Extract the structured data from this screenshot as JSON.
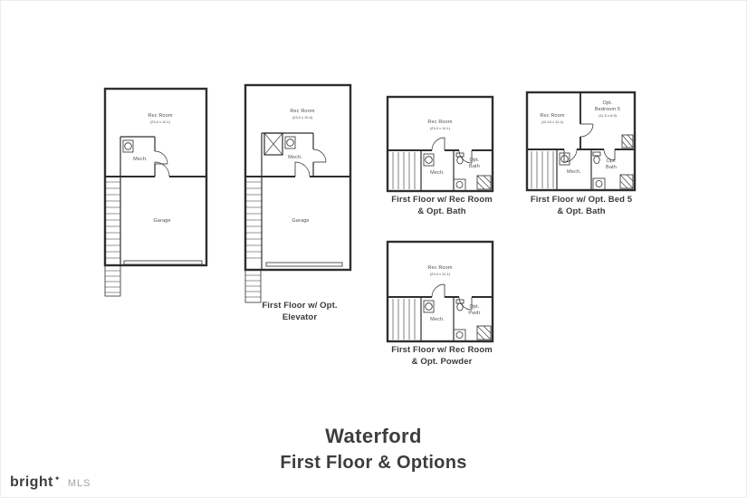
{
  "page": {
    "title_line1": "Waterford",
    "title_line2": "First Floor & Options"
  },
  "logo": {
    "brand": "bright",
    "star": "✦",
    "suffix": "MLS"
  },
  "plans": {
    "base": {
      "rooms": {
        "rec": {
          "name": "Rec Room",
          "dims": "(23-0 x 10-1)"
        },
        "mech": {
          "name": "Mech."
        },
        "garage": {
          "name": "Garage"
        }
      }
    },
    "elevator": {
      "caption": [
        "First Floor w/ Opt.",
        "Elevator"
      ],
      "rooms": {
        "rec": {
          "name": "Rec Room",
          "dims": "(23-0 x 10-4)"
        },
        "mech": {
          "name": "Mech."
        },
        "garage": {
          "name": "Garage"
        }
      }
    },
    "rec_bath": {
      "caption": [
        "First Floor w/ Rec Room",
        "& Opt. Bath"
      ],
      "rooms": {
        "rec": {
          "name": "Rec Room",
          "dims": "(23-0 x 10-1)"
        },
        "mech": {
          "name": "Mech."
        },
        "bath": {
          "line1": "Opt.",
          "line2": "Bath"
        }
      }
    },
    "bed5_bath": {
      "caption": [
        "First Floor w/ Opt. Bed 5",
        "& Opt. Bath"
      ],
      "rooms": {
        "rec": {
          "name": "Rec Room",
          "dims": "(10-10 x 12-1)"
        },
        "bed5": {
          "line1": "Opt.",
          "line2": "Bedroom 5",
          "dims": "(11-9 x 8-9)"
        },
        "mech": {
          "name": "Mech."
        },
        "bath": {
          "line1": "Opt.",
          "line2": "Bath"
        }
      }
    },
    "rec_powder": {
      "caption": [
        "First Floor w/ Rec Room",
        "& Opt. Powder"
      ],
      "rooms": {
        "rec": {
          "name": "Rec Room",
          "dims": "(23-0 x 12-1)"
        },
        "mech": {
          "name": "Mech."
        },
        "powder": {
          "line1": "Opt.",
          "line2": "Pwdr"
        }
      }
    }
  }
}
